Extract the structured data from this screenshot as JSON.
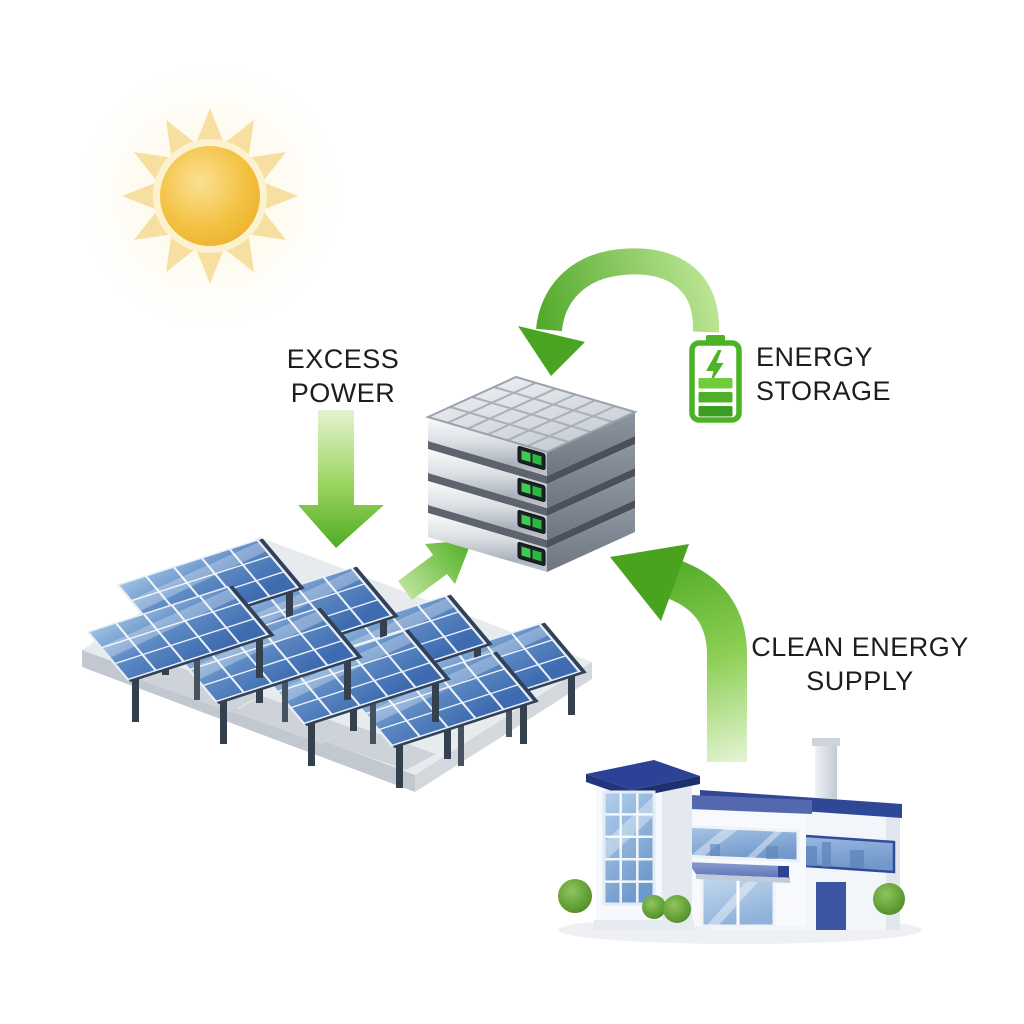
{
  "page": {
    "title": "Solar Energy Storage Diagram",
    "background": "#ffffff"
  },
  "labels": {
    "excess_power": {
      "line1": "EXCESS",
      "line2": "POWER"
    },
    "energy_storage": {
      "line1": "ENERGY",
      "line2": "STORAGE"
    },
    "clean_energy_supply": {
      "line1": "CLEAN ENERGY",
      "line2": "SUPPLY"
    }
  },
  "nodes": {
    "sun": {
      "icon": "sun-icon",
      "core_color": "#efb12c",
      "ray_color": "#f6dfa0"
    },
    "solar_array": {
      "icon": "solar-panel-array-icon",
      "panel_count": 8,
      "panel_color": "#5e8bc4",
      "platform_color": "#e8ebee"
    },
    "battery_rack": {
      "icon": "battery-rack-icon",
      "unit_count": 4,
      "body_color": "#c9ced5",
      "indicator_color": "#3ecb4e"
    },
    "battery_gauge": {
      "icon": "charging-battery-icon",
      "color": "#4cb327",
      "bar_count": 3,
      "glyph": "lightning-bolt-icon"
    },
    "factory": {
      "icon": "factory-building-icon",
      "wall_color": "#f4f6fa",
      "roof_color": "#2e4796",
      "glass_color": "#8fb3dc",
      "bush_color": "#5f9c33",
      "chimney": true
    }
  },
  "arrows": {
    "accent_green": "#55ae27",
    "excess_power_down": {
      "from": "excess-power-label",
      "to": "solar-panel-array",
      "points": "down"
    },
    "panels_to_rack": {
      "from": "solar-panel-array",
      "to": "battery-rack",
      "points": "up-right"
    },
    "charge_curve": {
      "from": "charging-battery-icon",
      "to": "battery-rack",
      "points": "arc-down-left"
    },
    "clean_energy_supply": {
      "from": "factory-building",
      "to": "battery-rack",
      "points": "up-left"
    }
  }
}
